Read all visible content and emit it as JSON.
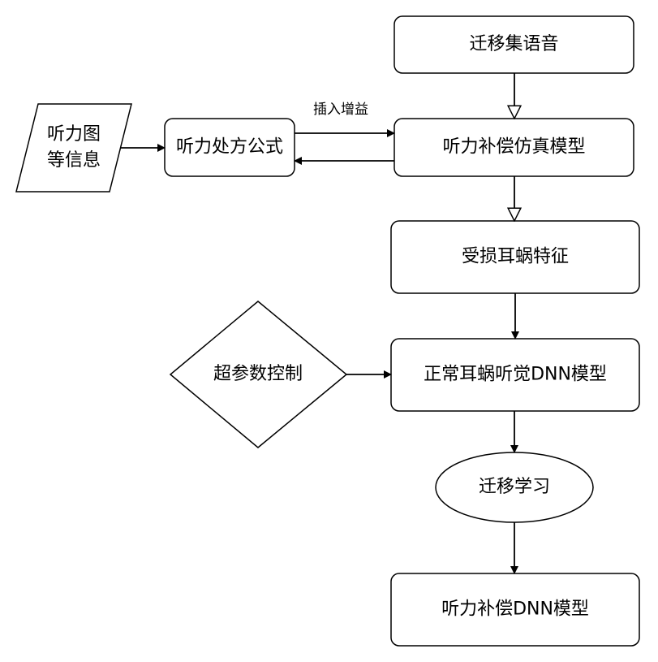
{
  "diagram": {
    "nodes": {
      "transfer_speech": "迁移集语音",
      "audiogram_line1": "听力图",
      "audiogram_line2": "等信息",
      "prescription": "听力处方公式",
      "sim_model": "听力补偿仿真模型",
      "damaged_cochlea": "受损耳蜗特征",
      "hyperparam": "超参数控制",
      "normal_dnn": "正常耳蜗听觉DNN模型",
      "transfer_learning": "迁移学习",
      "comp_dnn": "听力补偿DNN模型"
    },
    "edge_labels": {
      "insert_gain": "插入增益"
    }
  }
}
